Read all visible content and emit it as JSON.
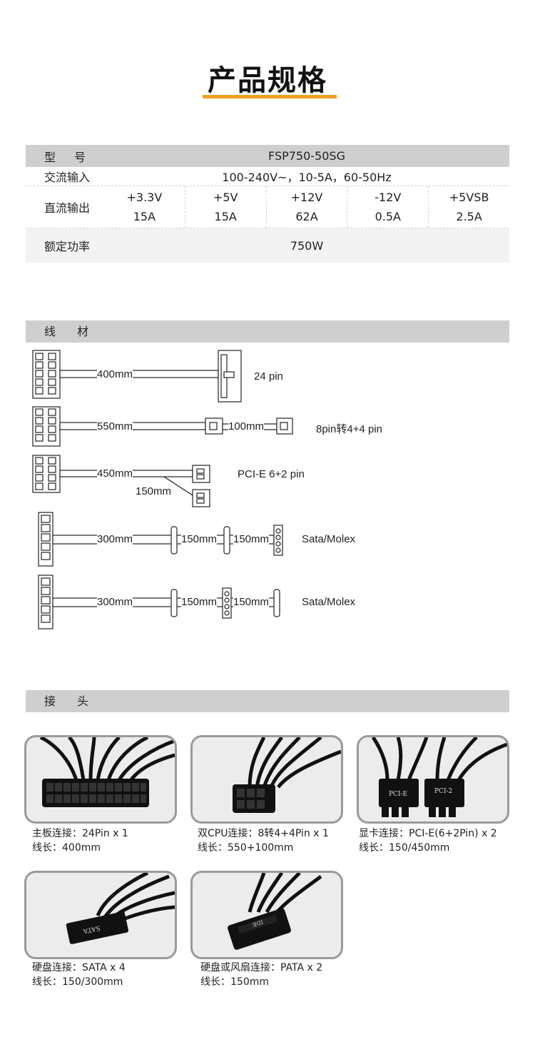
{
  "page_title": "产品规格",
  "spec": {
    "model_label": "型号",
    "model_value": "FSP750-50SG",
    "ac_label": "交流输入",
    "ac_value": "100-240V~，10-5A，60-50Hz",
    "dc_label": "直流输出",
    "dc_outputs": [
      {
        "rail": "+3.3V",
        "amps": "15A"
      },
      {
        "rail": "+5V",
        "amps": "15A"
      },
      {
        "rail": "+12V",
        "amps": "62A"
      },
      {
        "rail": "-12V",
        "amps": "0.5A"
      },
      {
        "rail": "+5VSB",
        "amps": "2.5A"
      }
    ],
    "power_label": "额定功率",
    "power_value": "750W"
  },
  "cables_section": {
    "title": "线材",
    "cables": [
      {
        "length": "400mm",
        "label": "24 pin"
      },
      {
        "length": "550mm",
        "extra": "100mm",
        "label": "8pin转4+4 pin"
      },
      {
        "length": "450mm",
        "extra": "150mm",
        "label": "PCI-E 6+2 pin"
      },
      {
        "length": "300mm",
        "segments": [
          "150mm",
          "150mm"
        ],
        "label": "Sata/Molex"
      },
      {
        "length": "300mm",
        "segments": [
          "150mm",
          "150mm"
        ],
        "label": "Sata/Molex"
      }
    ]
  },
  "connectors_section": {
    "title": "接头",
    "items": [
      {
        "name": "主板连接：24Pin x 1",
        "length": "线长：400mm",
        "icon": "atx-24pin-connector-photo"
      },
      {
        "name": "双CPU连接：8转4+4Pin x 1",
        "length": "线长：550+100mm",
        "icon": "cpu-8pin-connector-photo"
      },
      {
        "name": "显卡连接：PCI-E(6+2Pin) x 2",
        "length": "线长：150/450mm",
        "icon": "pcie-connector-photo",
        "plug_text": "PCI-E"
      },
      {
        "name": "硬盘连接：SATA x 4",
        "length": "线长：150/300mm",
        "icon": "sata-connector-photo",
        "plug_text": "SATA"
      },
      {
        "name": "硬盘或风扇连接：PATA x 2",
        "length": "线长：150mm",
        "icon": "molex-connector-photo",
        "plug_text": "IDE"
      }
    ]
  },
  "colors": {
    "accent": "#f0a020",
    "header_bar": "#cfcfcf",
    "cable": "#111111"
  }
}
